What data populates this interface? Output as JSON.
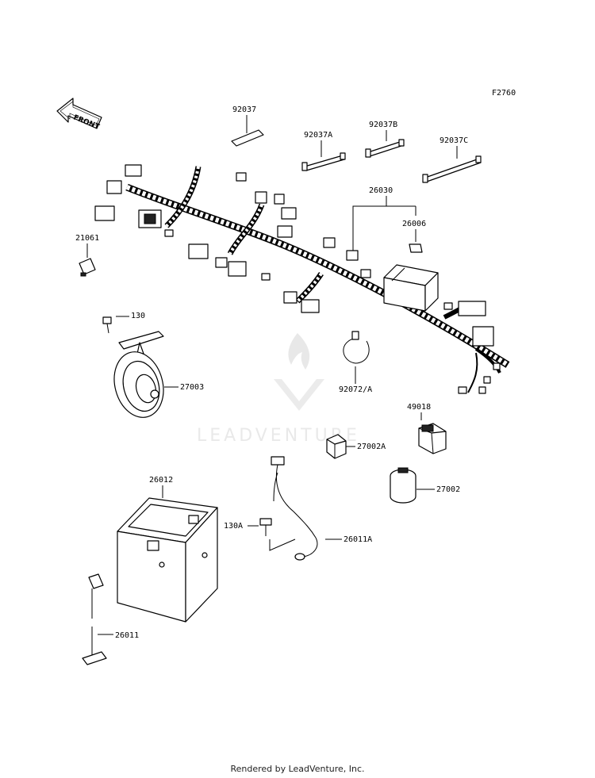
{
  "figure_code": "F2760",
  "front_label": "FRONT",
  "watermark_text": "LEADVENTURE",
  "footer": "Rendered by LeadVenture, Inc.",
  "callouts": {
    "c92037": "92037",
    "c92037A": "92037A",
    "c92037B": "92037B",
    "c92037C": "92037C",
    "c26030": "26030",
    "c26006": "26006",
    "c21061": "21061",
    "c130": "130",
    "c27003": "27003",
    "c92072": "92072/A",
    "c49018": "49018",
    "c27002A": "27002A",
    "c26012": "26012",
    "c27002": "27002",
    "c130A": "130A",
    "c26011A": "26011A",
    "c26011": "26011"
  }
}
